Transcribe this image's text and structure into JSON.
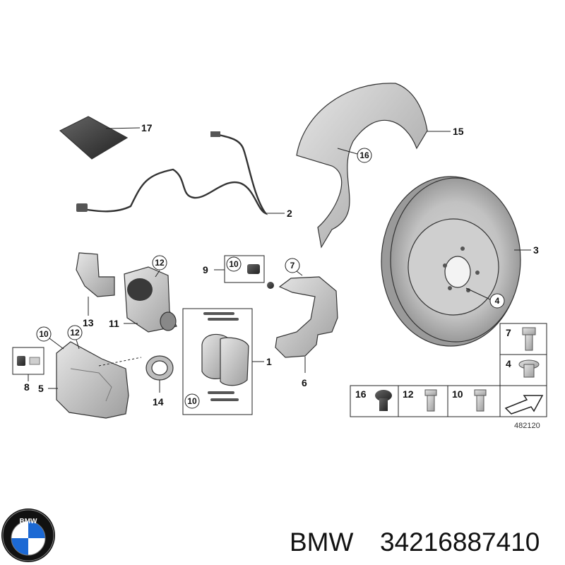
{
  "callouts": {
    "c1": "1",
    "c2": "2",
    "c3": "3",
    "c4": "4",
    "c5": "5",
    "c6": "6",
    "c7": "7",
    "c8": "8",
    "c9": "9",
    "c10": "10",
    "c11": "11",
    "c12": "12",
    "c13": "13",
    "c14": "14",
    "c15": "15",
    "c16": "16",
    "c17": "17"
  },
  "legend": {
    "items": [
      "7",
      "4",
      "16",
      "12",
      "10"
    ],
    "reference": "482120"
  },
  "footer": {
    "brand": "BMW",
    "part_number": "34216887410",
    "logo_letters": "BMW"
  },
  "colors": {
    "part_fill": "#d9d9d9",
    "part_shadow": "#a9a9a9",
    "line": "#222222",
    "logo_blue": "#1c69d4",
    "logo_ring": "#111111"
  }
}
